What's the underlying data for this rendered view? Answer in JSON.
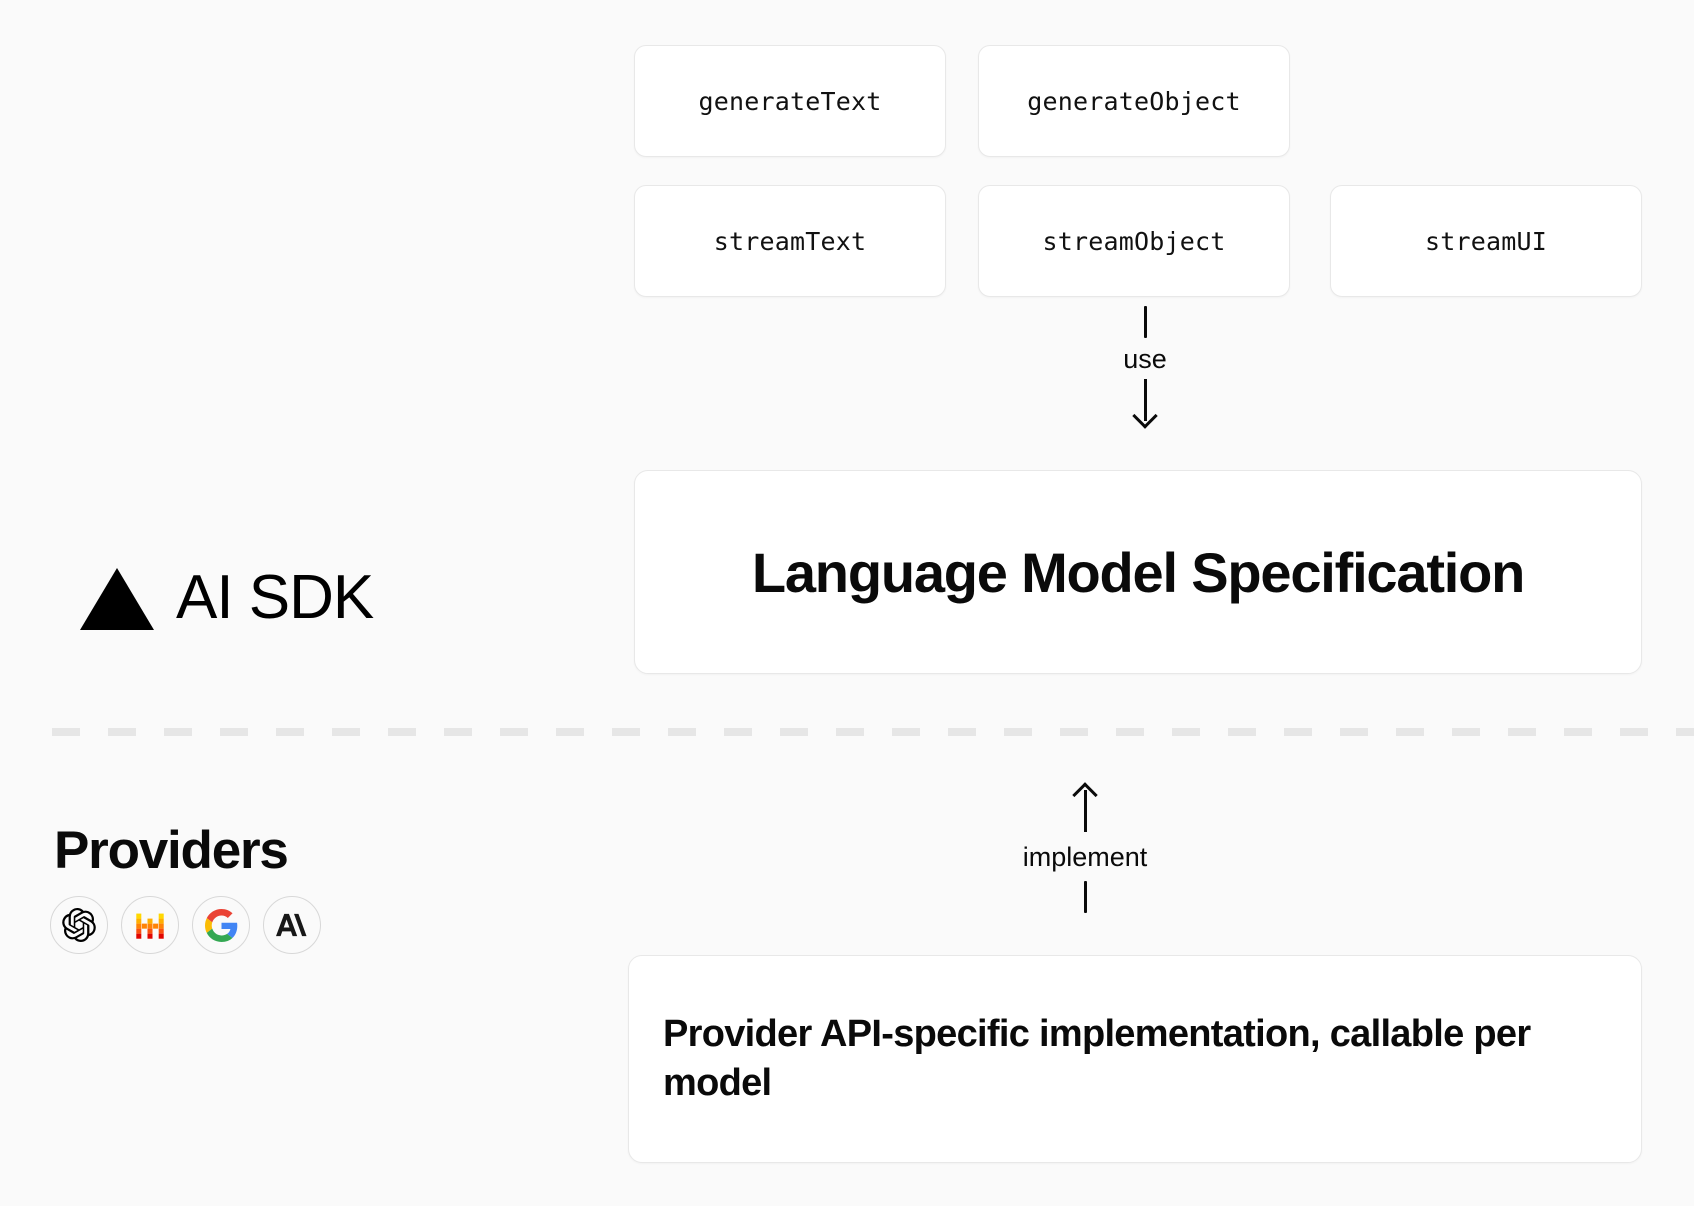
{
  "diagram": {
    "background_color": "#fafafa",
    "card_background": "#ffffff",
    "card_border_color": "#e8e8e8",
    "text_color": "#0a0a0a",
    "divider_color": "#e6e6e6"
  },
  "sdk_layer": {
    "brand": {
      "logo_name": "vercel-triangle-logo",
      "label": "AI SDK"
    },
    "api_functions": [
      {
        "label": "generateText"
      },
      {
        "label": "generateObject"
      },
      {
        "label": "streamText"
      },
      {
        "label": "streamObject"
      },
      {
        "label": "streamUI"
      }
    ],
    "connector_use": {
      "label": "use",
      "direction": "down"
    },
    "spec_card": {
      "title": "Language Model Specification"
    }
  },
  "providers_layer": {
    "heading": "Providers",
    "logos": [
      {
        "name": "openai-logo",
        "color": "#000000"
      },
      {
        "name": "mistral-logo",
        "color": "#FF7000"
      },
      {
        "name": "google-logo",
        "color": "#4285F4"
      },
      {
        "name": "anthropic-logo",
        "color": "#181818"
      }
    ],
    "connector_implement": {
      "label": "implement",
      "direction": "up"
    },
    "impl_card": {
      "text": "Provider API-specific implementation, callable per model"
    }
  }
}
